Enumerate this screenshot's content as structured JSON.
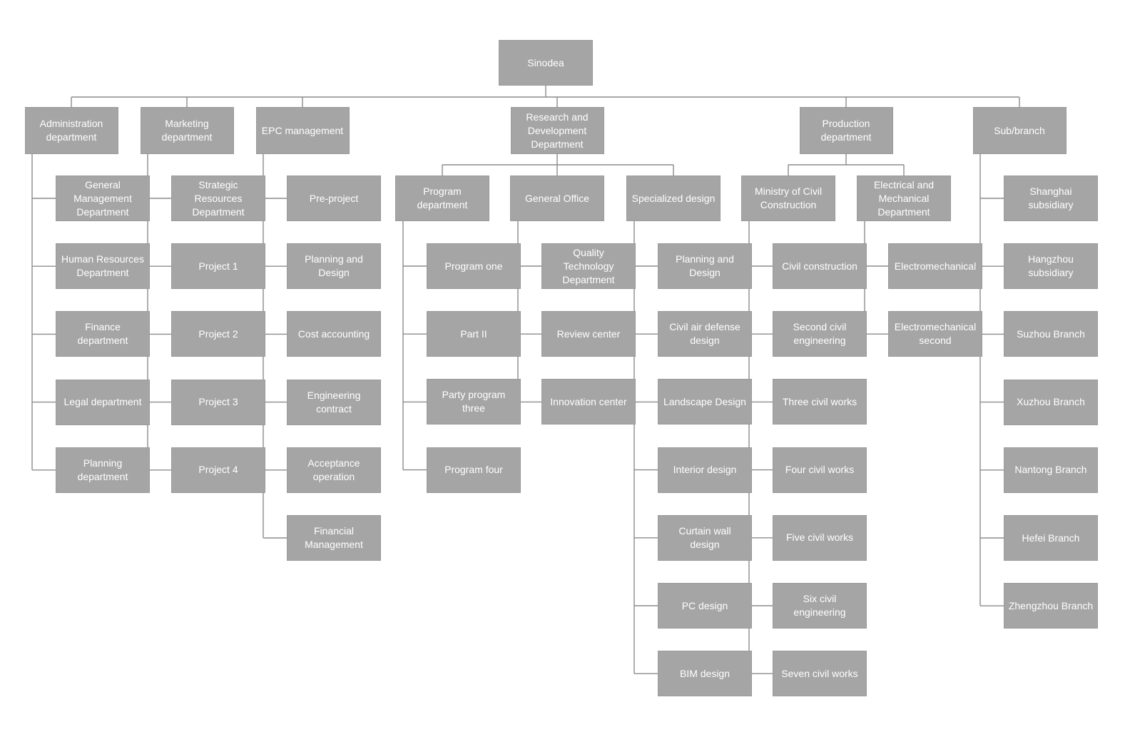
{
  "org": {
    "root": {
      "id": "root",
      "label": "Sinodea"
    },
    "departments": [
      {
        "id": "admin",
        "label": "Administration\ndepartment",
        "children": [
          {
            "id": "admin-1",
            "label": "General\nManagement\nDepartment"
          },
          {
            "id": "admin-2",
            "label": "Human Resources\nDepartment"
          },
          {
            "id": "admin-3",
            "label": "Finance\ndepartment"
          },
          {
            "id": "admin-4",
            "label": "Legal department"
          },
          {
            "id": "admin-5",
            "label": "Planning\ndepartment"
          }
        ]
      },
      {
        "id": "marketing",
        "label": "Marketing\ndepartment",
        "children": [
          {
            "id": "mkt-1",
            "label": "Strategic\nResources\nDepartment"
          },
          {
            "id": "mkt-2",
            "label": "Project 1"
          },
          {
            "id": "mkt-3",
            "label": "Project 2"
          },
          {
            "id": "mkt-4",
            "label": "Project 3"
          },
          {
            "id": "mkt-5",
            "label": "Project 4"
          }
        ]
      },
      {
        "id": "epc",
        "label": "EPC management",
        "children": [
          {
            "id": "epc-1",
            "label": "Pre-project"
          },
          {
            "id": "epc-2",
            "label": "Planning and\nDesign"
          },
          {
            "id": "epc-3",
            "label": "Cost accounting"
          },
          {
            "id": "epc-4",
            "label": "Engineering\ncontract"
          },
          {
            "id": "epc-5",
            "label": "Acceptance\noperation"
          },
          {
            "id": "epc-6",
            "label": "Financial\nManagement"
          }
        ]
      },
      {
        "id": "rnd",
        "label": "Research and\nDevelopment\nDepartment",
        "groups": [
          {
            "id": "rnd-program",
            "label": "Program\ndepartment",
            "children": [
              {
                "id": "prog-1",
                "label": "Program one"
              },
              {
                "id": "prog-2",
                "label": "Part II"
              },
              {
                "id": "prog-3",
                "label": "Party program\nthree"
              },
              {
                "id": "prog-4",
                "label": "Program four"
              }
            ]
          },
          {
            "id": "rnd-office",
            "label": "General Office",
            "children": [
              {
                "id": "office-1",
                "label": "Quality\nTechnology\nDepartment"
              },
              {
                "id": "office-2",
                "label": "Review center"
              },
              {
                "id": "office-3",
                "label": "Innovation center"
              }
            ]
          },
          {
            "id": "rnd-special",
            "label": "Specialized design",
            "children": [
              {
                "id": "spec-1",
                "label": "Planning and\nDesign"
              },
              {
                "id": "spec-2",
                "label": "Civil air defense\ndesign"
              },
              {
                "id": "spec-3",
                "label": "Landscape Design"
              },
              {
                "id": "spec-4",
                "label": "Interior design"
              },
              {
                "id": "spec-5",
                "label": "Curtain wall\ndesign"
              },
              {
                "id": "spec-6",
                "label": "PC design"
              },
              {
                "id": "spec-7",
                "label": "BIM design"
              }
            ]
          }
        ]
      },
      {
        "id": "production",
        "label": "Production\ndepartment",
        "groups": [
          {
            "id": "prod-civil",
            "label": "Ministry of Civil\nConstruction",
            "children": [
              {
                "id": "civil-1",
                "label": "Civil construction"
              },
              {
                "id": "civil-2",
                "label": "Second civil\nengineering"
              },
              {
                "id": "civil-3",
                "label": "Three civil works"
              },
              {
                "id": "civil-4",
                "label": "Four civil works"
              },
              {
                "id": "civil-5",
                "label": "Five civil works"
              },
              {
                "id": "civil-6",
                "label": "Six civil\nengineering"
              },
              {
                "id": "civil-7",
                "label": "Seven civil works"
              }
            ]
          },
          {
            "id": "prod-elec",
            "label": "Electrical and\nMechanical\nDepartment",
            "children": [
              {
                "id": "elec-1",
                "label": "Electromechanical"
              },
              {
                "id": "elec-2",
                "label": "Electromechanical\nsecond"
              }
            ]
          }
        ]
      },
      {
        "id": "branch",
        "label": "Sub/branch",
        "children": [
          {
            "id": "br-1",
            "label": "Shanghai\nsubsidiary"
          },
          {
            "id": "br-2",
            "label": "Hangzhou\nsubsidiary"
          },
          {
            "id": "br-3",
            "label": "Suzhou Branch"
          },
          {
            "id": "br-4",
            "label": "Xuzhou Branch"
          },
          {
            "id": "br-5",
            "label": "Nantong Branch"
          },
          {
            "id": "br-6",
            "label": "Hefei Branch"
          },
          {
            "id": "br-7",
            "label": "Zhengzhou Branch"
          }
        ]
      }
    ]
  },
  "colors": {
    "node_fill": "#a5a5a5",
    "node_text": "#ffffff",
    "connector": "#8c8c8c"
  }
}
